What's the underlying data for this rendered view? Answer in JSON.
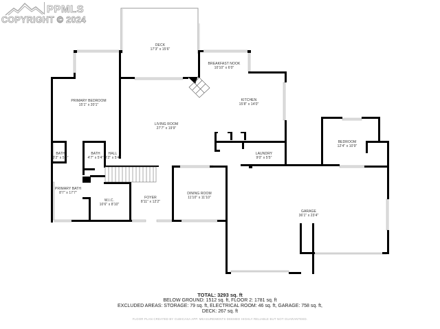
{
  "watermark": {
    "brand": "PPMLS",
    "copyright": "COPYRIGHT © 2024",
    "logo_icon": "mountain-outline-icon"
  },
  "rooms": [
    {
      "id": "deck",
      "name": "DECK",
      "size": "17'3\" x 15'6\""
    },
    {
      "id": "breakfast-nook",
      "name": "BREAKFAST NOOK",
      "size": "10'10\" x 6'0\""
    },
    {
      "id": "primary-bedroom",
      "name": "PRIMARY BEDROOM",
      "size": "15'1\" x 20'1\""
    },
    {
      "id": "kitchen",
      "name": "KITCHEN",
      "size": "15'8\" x 14'0\""
    },
    {
      "id": "living-room",
      "name": "LIVING ROOM",
      "size": "27'7\" x 19'9\""
    },
    {
      "id": "bath-1",
      "name": "BATH",
      "size": "3'2\" x 5'3\""
    },
    {
      "id": "bath-2",
      "name": "BATH",
      "size": "4'7\" x 5'4\""
    },
    {
      "id": "hall",
      "name": "HALL",
      "size": "3'2\" x 5'4\""
    },
    {
      "id": "laundry",
      "name": "LAUNDRY",
      "size": "9'0\" x 5'5\""
    },
    {
      "id": "bedroom",
      "name": "BEDROOM",
      "size": "12'4\" x 10'9\""
    },
    {
      "id": "primary-bath",
      "name": "PRIMARY BATH",
      "size": "8'7\" x 17'7\""
    },
    {
      "id": "wic",
      "name": "W.I.C.",
      "size": "10'6\" x 8'10\""
    },
    {
      "id": "foyer",
      "name": "FOYER",
      "size": "8'11\" x 12'2\""
    },
    {
      "id": "dining-room",
      "name": "DINING ROOM",
      "size": "11'10\" x 11'10\""
    },
    {
      "id": "garage",
      "name": "GARAGE",
      "size": "36'1\" x 23'4\""
    }
  ],
  "summary": {
    "total": "TOTAL: 3293 sq. ft",
    "line1": "BELOW GROUND: 1512 sq. ft, FLOOR 2: 1781 sq. ft",
    "line2": "EXCLUDED AREAS: STORAGE: 79 sq. ft, ELECTRICAL ROOM: 46 sq. ft, GARAGE: 758 sq. ft,",
    "line3": "DECK: 267 sq. ft",
    "credit": "FLOOR PLAN CREATED BY CUBICASA APP. MEASUREMENTS DEEMED HIGHLY RELIABLE BUT NOT GUARANTEED."
  },
  "colors": {
    "wall": "#000000",
    "window": "#d6d6d6",
    "watermark": "#9a9a9a",
    "text": "#333333"
  }
}
